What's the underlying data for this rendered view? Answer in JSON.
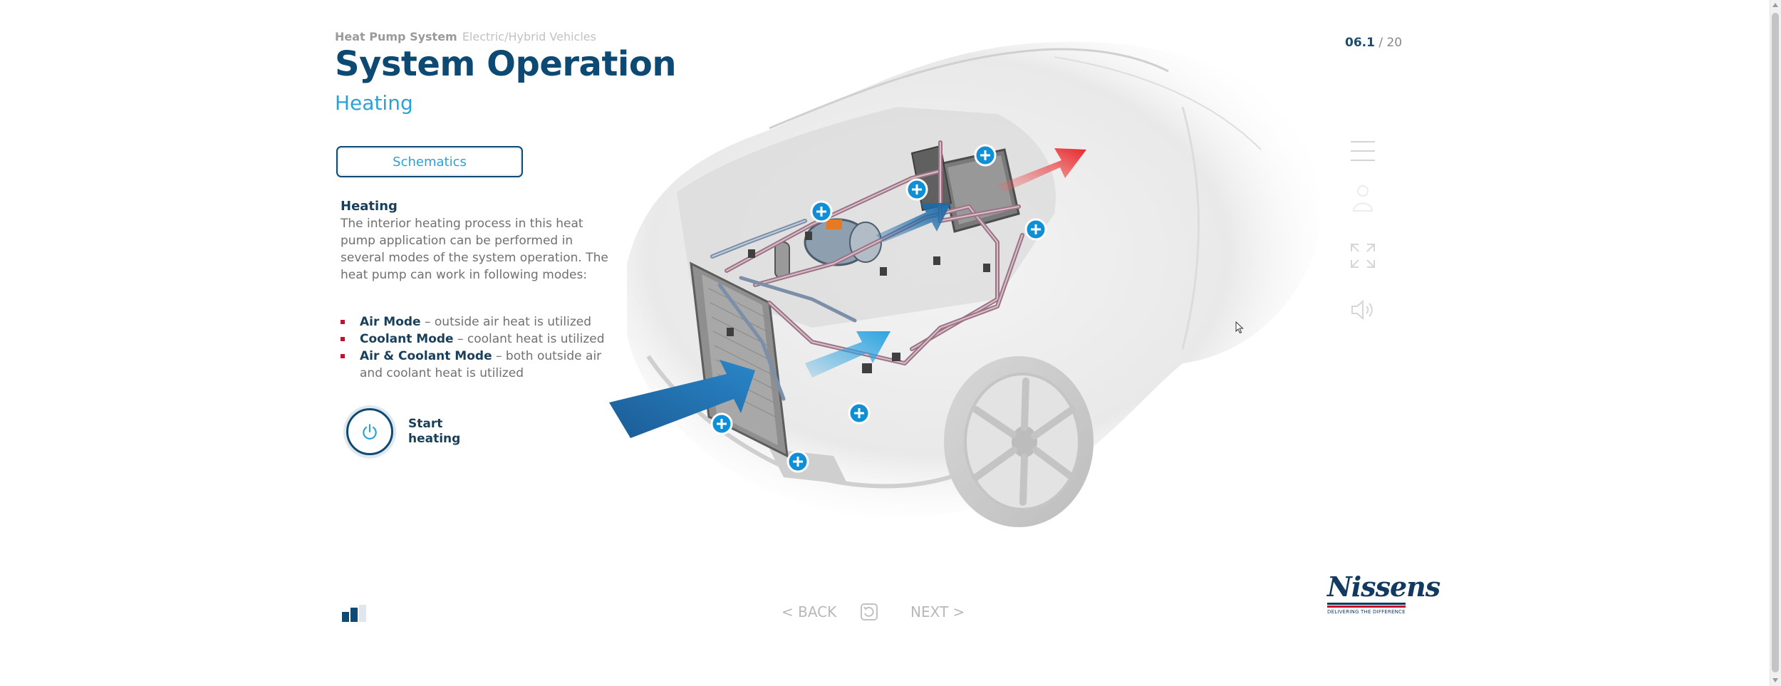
{
  "header": {
    "breadcrumb_bold": "Heat Pump System",
    "breadcrumb_light": "Electric/Hybrid Vehicles",
    "title": "System Operation",
    "subtitle": "Heating",
    "page_current": "06.1",
    "page_total": "/ 20"
  },
  "schematics_button": "Schematics",
  "content": {
    "heading": "Heating",
    "paragraph": "The interior heating process in this heat pump application can be performed in several modes of the system operation. The heat pump can work in following modes:",
    "modes": [
      {
        "name": "Air Mode",
        "desc": " – outside air heat is utilized"
      },
      {
        "name": "Coolant Mode",
        "desc": " – coolant heat is utilized"
      },
      {
        "name": "Air & Coolant Mode",
        "desc": " – both outside air and coolant heat is utilized"
      }
    ]
  },
  "start_button": {
    "label_line1": "Start",
    "label_line2": "heating"
  },
  "nav": {
    "back": "< BACK",
    "next": "NEXT >"
  },
  "logo": {
    "name": "Nissens",
    "tagline": "DELIVERING THE DIFFERENCE"
  },
  "colors": {
    "title": "#0d4a73",
    "accent_blue": "#2aa2d9",
    "hotspot": "#0f8fd6",
    "hot_arrow": "#e8262a",
    "cold_arrow": "#1f6fb0",
    "bullet": "#c8102e"
  },
  "icons": [
    "menu-icon",
    "person-icon",
    "fullscreen-icon",
    "speaker-icon",
    "power-icon",
    "plus-icon",
    "progress-icon",
    "reload-icon",
    "cursor-icon"
  ]
}
